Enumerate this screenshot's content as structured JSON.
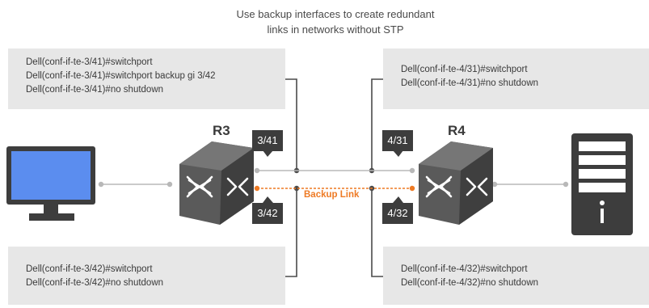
{
  "title": {
    "line1": "Use backup interfaces to create redundant",
    "line2": "links in networks without STP"
  },
  "config_boxes": {
    "r3_top": [
      "Dell(conf-if-te-3/41)#switchport",
      "Dell(conf-if-te-3/41)#switchport backup gi 3/42",
      "Dell(conf-if-te-3/41)#no shutdown"
    ],
    "r4_top": [
      "Dell(conf-if-te-4/31)#switchport",
      "Dell(conf-if-te-4/31)#no shutdown"
    ],
    "r3_bottom": [
      "Dell(conf-if-te-3/42)#switchport",
      "Dell(conf-if-te-3/42)#no shutdown"
    ],
    "r4_bottom": [
      "Dell(conf-if-te-4/32)#switchport",
      "Dell(conf-if-te-4/32)#no shutdown"
    ]
  },
  "devices": {
    "r3": "R3",
    "r4": "R4"
  },
  "ports": {
    "p341": "3/41",
    "p342": "3/42",
    "p431": "4/31",
    "p432": "4/32"
  },
  "backup_link_label": "Backup Link",
  "colors": {
    "box_bg": "#e7e7e7",
    "tag_bg": "#3d3d3d",
    "accent_orange": "#ee7a24",
    "line_gray": "#b8b8b8",
    "line_dark": "#4a4a4a",
    "router_body": "#5a5a5a",
    "monitor_blue": "#5b8def"
  },
  "icons": [
    "monitor-icon",
    "router-icon",
    "server-icon"
  ]
}
